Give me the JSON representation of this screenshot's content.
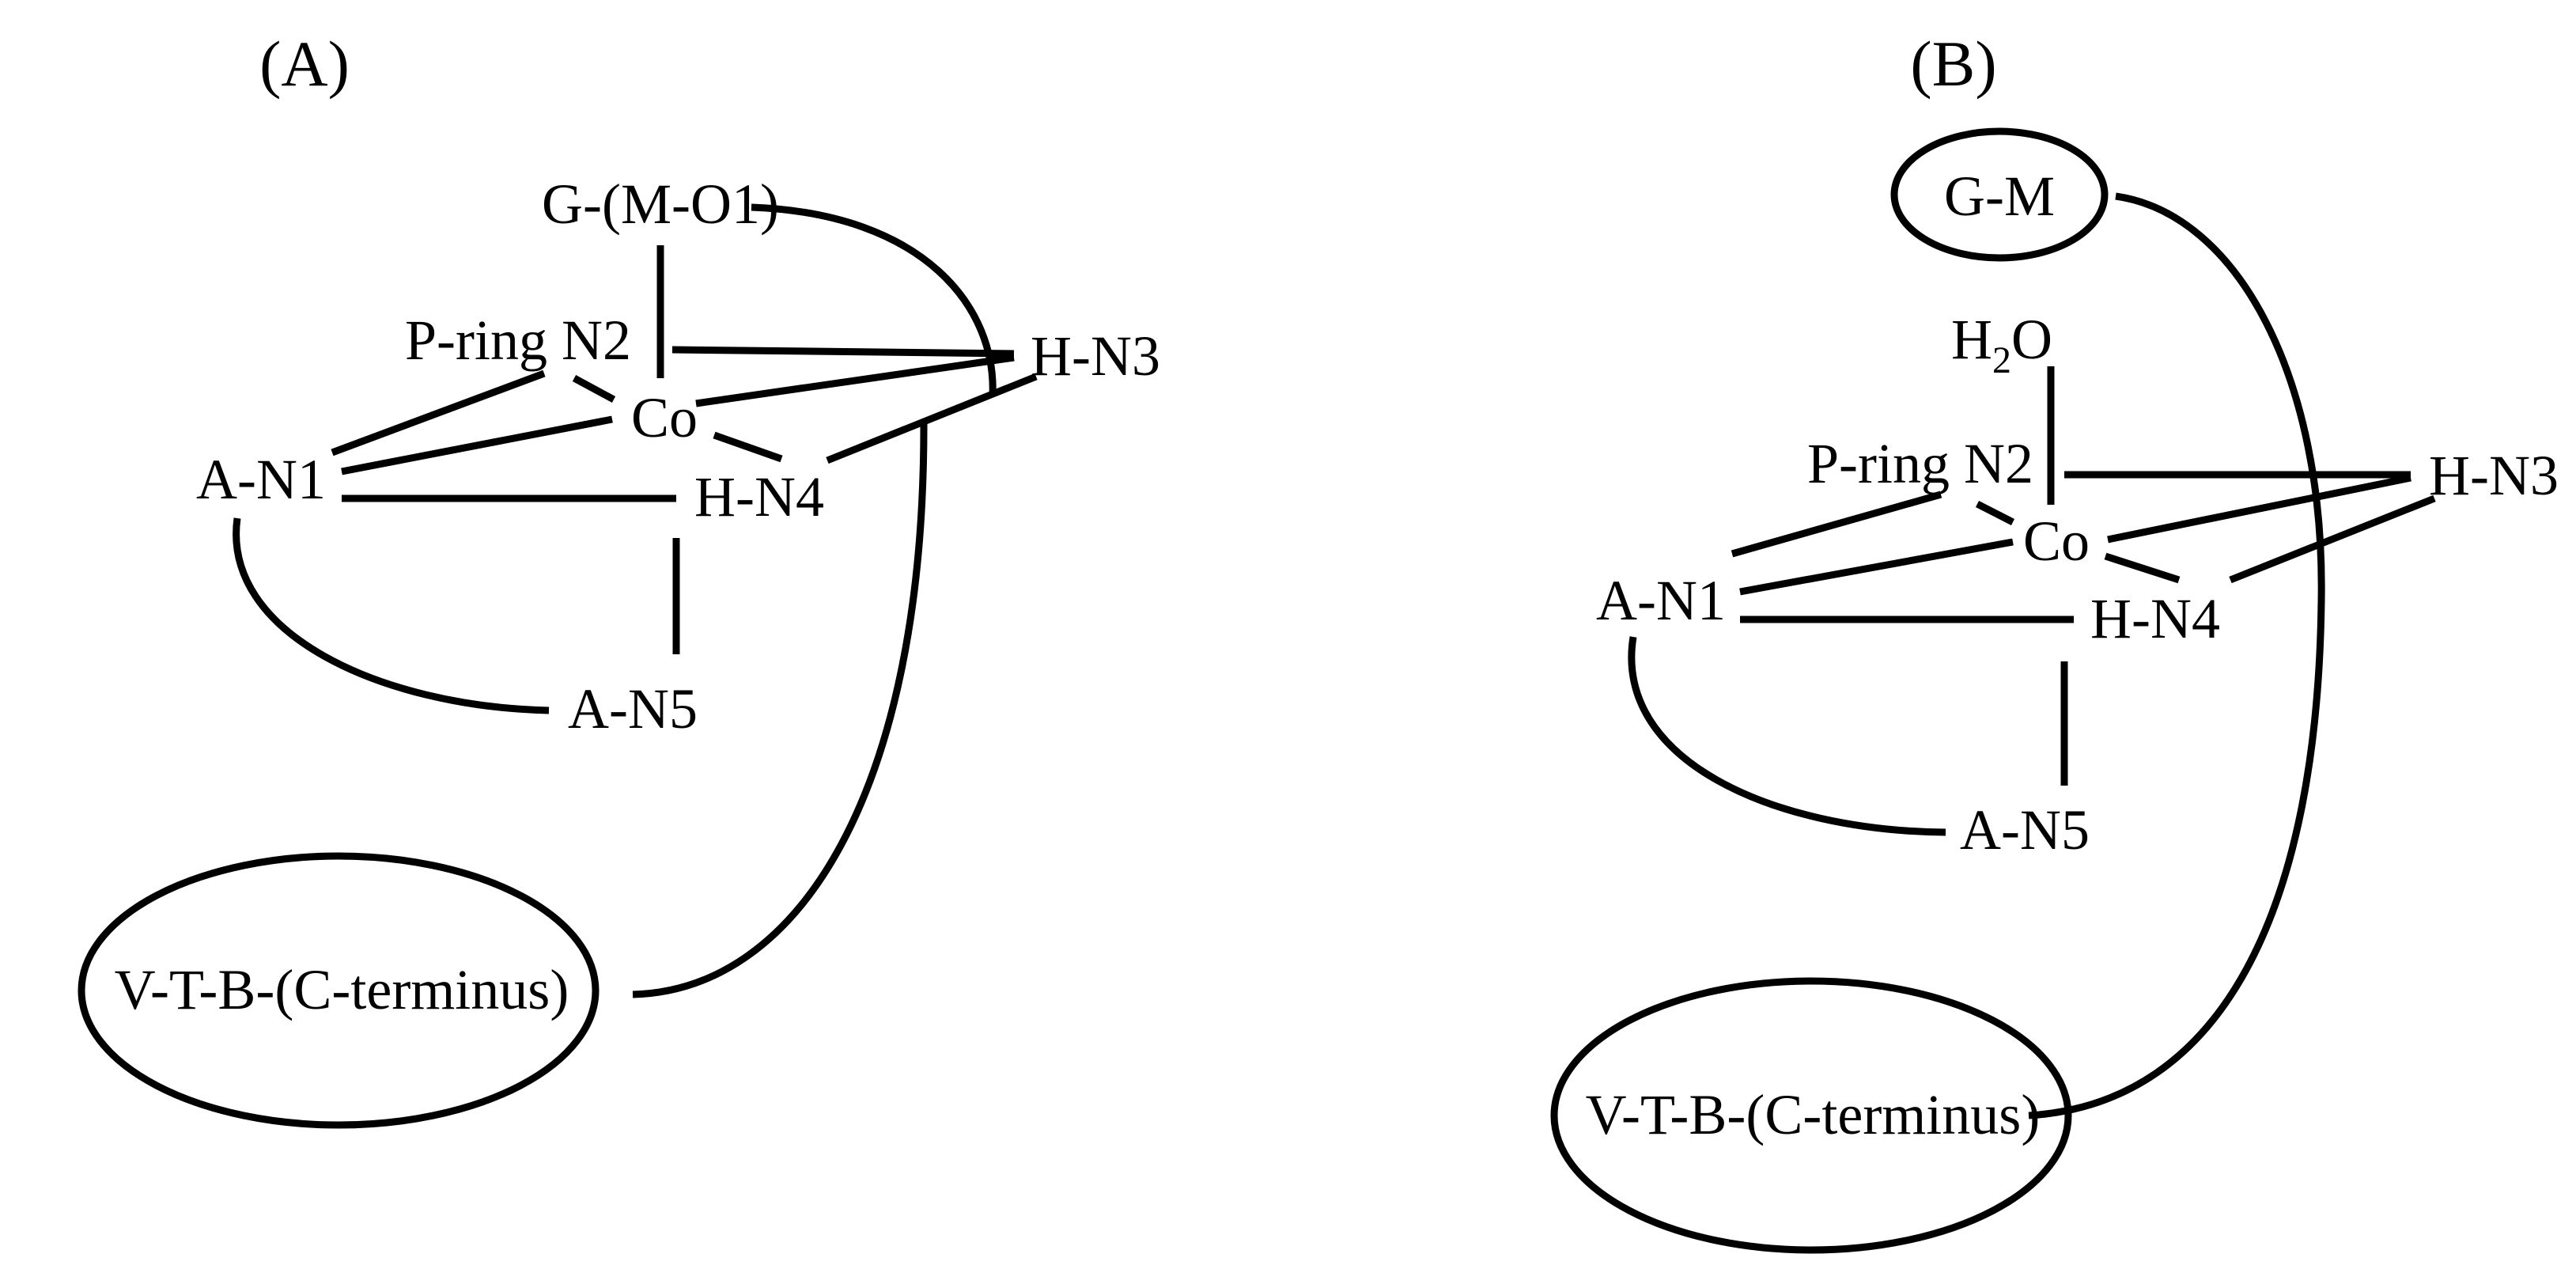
{
  "panel_a": {
    "title": "(A)",
    "labels": {
      "axial_top": "G-(M-O1)",
      "p_ring": "P-ring N2",
      "h_n3": "H-N3",
      "co": "Co",
      "a_n1": "A-N1",
      "h_n4": "H-N4",
      "a_n5": "A-N5",
      "c_term": "V-T-B-(C-terminus)"
    }
  },
  "panel_b": {
    "title": "(B)",
    "labels": {
      "g_m": "G-M",
      "water_h": "H",
      "water_sub": "2",
      "water_o": "O",
      "p_ring": "P-ring N2",
      "h_n3": "H-N3",
      "co": "Co",
      "a_n1": "A-N1",
      "h_n4": "H-N4",
      "a_n5": "A-N5",
      "c_term": "V-T-B-(C-terminus)"
    }
  }
}
